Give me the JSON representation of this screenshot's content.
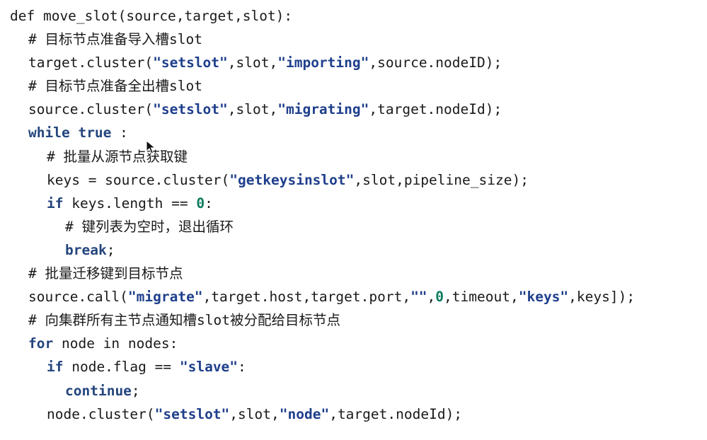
{
  "code_lines": [
    {
      "indent": 0,
      "tokens": [
        {
          "t": "plain",
          "v": "def move_slot(source,target,slot):"
        }
      ]
    },
    {
      "indent": 1,
      "tokens": [
        {
          "t": "comment",
          "v": "# 目标节点准备导入槽slot"
        }
      ]
    },
    {
      "indent": 1,
      "tokens": [
        {
          "t": "plain",
          "v": "target.cluster("
        },
        {
          "t": "string",
          "v": "\"setslot\""
        },
        {
          "t": "plain",
          "v": ",slot,"
        },
        {
          "t": "string",
          "v": "\"importing\""
        },
        {
          "t": "plain",
          "v": ",source.nodeID);"
        }
      ]
    },
    {
      "indent": 1,
      "tokens": [
        {
          "t": "comment",
          "v": "# 目标节点准备全出槽slot"
        }
      ]
    },
    {
      "indent": 1,
      "tokens": [
        {
          "t": "plain",
          "v": "source.cluster("
        },
        {
          "t": "string",
          "v": "\"setslot\""
        },
        {
          "t": "plain",
          "v": ",slot,"
        },
        {
          "t": "string",
          "v": "\"migrating\""
        },
        {
          "t": "plain",
          "v": ",target.nodeId);"
        }
      ]
    },
    {
      "indent": 1,
      "tokens": [
        {
          "t": "keyword",
          "v": "while"
        },
        {
          "t": "plain",
          "v": " "
        },
        {
          "t": "keyword",
          "v": "true"
        },
        {
          "t": "plain",
          "v": " :"
        }
      ]
    },
    {
      "indent": 2,
      "tokens": [
        {
          "t": "comment",
          "v": "# 批量从源节点获取键"
        }
      ]
    },
    {
      "indent": 2,
      "tokens": [
        {
          "t": "plain",
          "v": "keys = source.cluster("
        },
        {
          "t": "string",
          "v": "\"getkeysinslot\""
        },
        {
          "t": "plain",
          "v": ",slot,pipeline_size);"
        }
      ]
    },
    {
      "indent": 2,
      "tokens": [
        {
          "t": "keyword",
          "v": "if"
        },
        {
          "t": "plain",
          "v": " keys.length == "
        },
        {
          "t": "number",
          "v": "0"
        },
        {
          "t": "plain",
          "v": ":"
        }
      ]
    },
    {
      "indent": 3,
      "tokens": [
        {
          "t": "comment",
          "v": "# 键列表为空时，退出循环"
        }
      ]
    },
    {
      "indent": 3,
      "tokens": [
        {
          "t": "keyword",
          "v": "break"
        },
        {
          "t": "plain",
          "v": ";"
        }
      ]
    },
    {
      "indent": 1,
      "tokens": [
        {
          "t": "comment",
          "v": "# 批量迁移键到目标节点"
        }
      ]
    },
    {
      "indent": 1,
      "tokens": [
        {
          "t": "plain",
          "v": "source.call("
        },
        {
          "t": "string",
          "v": "\"migrate\""
        },
        {
          "t": "plain",
          "v": ",target.host,target.port,"
        },
        {
          "t": "string",
          "v": "\"\""
        },
        {
          "t": "plain",
          "v": ","
        },
        {
          "t": "number",
          "v": "0"
        },
        {
          "t": "plain",
          "v": ",timeout,"
        },
        {
          "t": "string",
          "v": "\"keys\""
        },
        {
          "t": "plain",
          "v": ",keys]);"
        }
      ]
    },
    {
      "indent": 1,
      "tokens": [
        {
          "t": "comment",
          "v": "# 向集群所有主节点通知槽slot被分配给目标节点"
        }
      ]
    },
    {
      "indent": 1,
      "tokens": [
        {
          "t": "keyword",
          "v": "for"
        },
        {
          "t": "plain",
          "v": " node in nodes:"
        }
      ]
    },
    {
      "indent": 2,
      "tokens": [
        {
          "t": "keyword",
          "v": "if"
        },
        {
          "t": "plain",
          "v": " node.flag == "
        },
        {
          "t": "string",
          "v": "\"slave\""
        },
        {
          "t": "plain",
          "v": ":"
        }
      ]
    },
    {
      "indent": 3,
      "tokens": [
        {
          "t": "keyword",
          "v": "continue"
        },
        {
          "t": "plain",
          "v": ";"
        }
      ]
    },
    {
      "indent": 2,
      "tokens": [
        {
          "t": "plain",
          "v": "node.cluster("
        },
        {
          "t": "string",
          "v": "\"setslot\""
        },
        {
          "t": "plain",
          "v": ",slot,"
        },
        {
          "t": "string",
          "v": "\"node\""
        },
        {
          "t": "plain",
          "v": ",target.nodeId);"
        }
      ]
    }
  ],
  "colors": {
    "background": "#ffffff",
    "text": "#1a1a1a",
    "keyword": "#24457e",
    "string": "#1f3f8c",
    "number": "#0d7c5f"
  },
  "cursor_icon": "mouse-pointer-icon"
}
